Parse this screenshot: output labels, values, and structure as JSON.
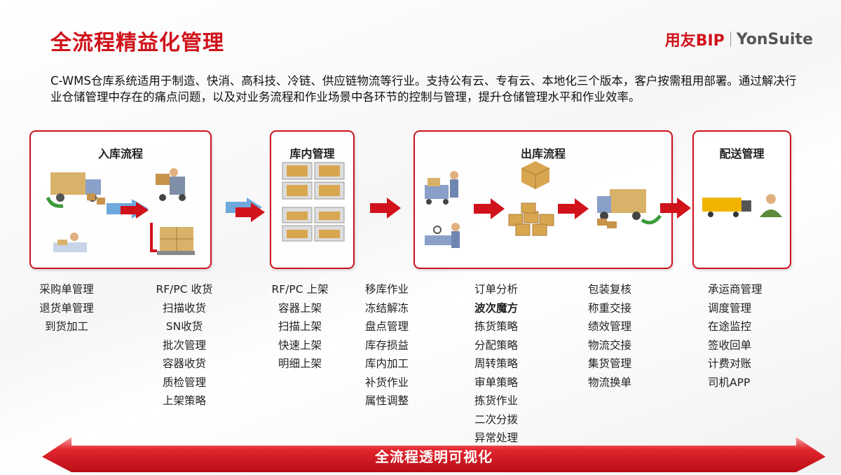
{
  "header": {
    "title": "全流程精益化管理",
    "logo_cn": "用友BIP",
    "logo_en": "YonSuite"
  },
  "description": "C-WMS仓库系统适用于制造、快消、高科技、冷链、供应链物流等行业。支持公有云、专有云、本地化三个版本，客户按需租用部署。通过解决行业仓储管理中存在的痛点问题，以及对业务流程和作业场景中各环节的控制与管理，提升仓储管理水平和作业效率。",
  "stages": [
    {
      "title": "入库流程"
    },
    {
      "title": "库内管理"
    },
    {
      "title": "出库流程"
    },
    {
      "title": "配送管理"
    }
  ],
  "columns": [
    [
      "采购单管理",
      "退货单管理",
      "到货加工"
    ],
    [
      "RF/PC 收货",
      "扫描收货",
      "SN收货",
      "批次管理",
      "容器收货",
      "质检管理",
      "上架策略"
    ],
    [
      "RF/PC 上架",
      "容器上架",
      "扫描上架",
      "快速上架",
      "明细上架"
    ],
    [
      "移库作业",
      "冻结解冻",
      "盘点管理",
      "库存损益",
      "库内加工",
      "补货作业",
      "属性调整"
    ],
    [
      "订单分析",
      "波次魔方",
      "拣货策略",
      "分配策略",
      "周转策略",
      "审单策略",
      "拣货作业",
      "二次分拨",
      "异常处理"
    ],
    [
      "包装复核",
      "称重交接",
      "绩效管理",
      "物流交接",
      "集货管理",
      "物流换单"
    ],
    [
      "承运商管理",
      "调度管理",
      "在途监控",
      "签收回单",
      "计费对账",
      "司机APP"
    ]
  ],
  "banner": "全流程透明可视化",
  "colors": {
    "accent": "#d0121b"
  }
}
